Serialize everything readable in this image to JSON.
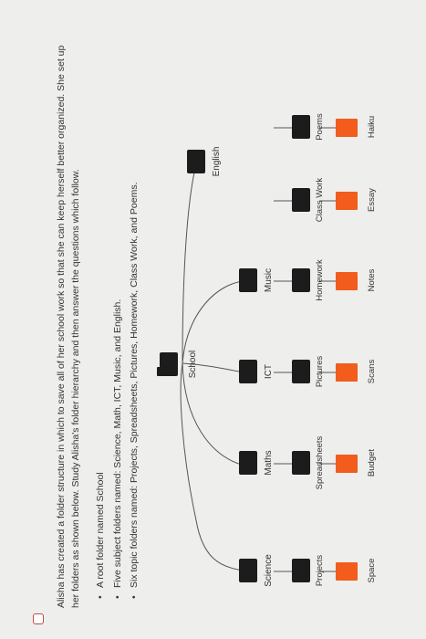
{
  "intro": "Alisha has created a folder structure in which to save all of her school work so that she can keep herself better organized. She set up her folders as shown below. Study Alisha's folder hierarchy and then answer the questions which follow.",
  "bullets": [
    "A root folder named School",
    "Five subject folders named: Science, Math, ICT, Music, and English.",
    "Six topic folders named: Projects, Spreadsheets, Pictures, Homework, Class Work, and Poems."
  ],
  "tree": {
    "root": "School",
    "subjects": [
      "Science",
      "Maths",
      "ICT",
      "Music",
      "English"
    ],
    "topics": [
      "Projects",
      "Spreadsheets",
      "Pictures",
      "Homework",
      "Class Work",
      "Poems"
    ],
    "files": [
      "Space",
      "Budget",
      "Scans",
      "Notes",
      "Essay",
      "Haiku"
    ]
  },
  "colors": {
    "folder": "#1c1c1c",
    "file": "#f25c1c",
    "line": "#555555",
    "checkbox_border": "#c24a4a"
  }
}
